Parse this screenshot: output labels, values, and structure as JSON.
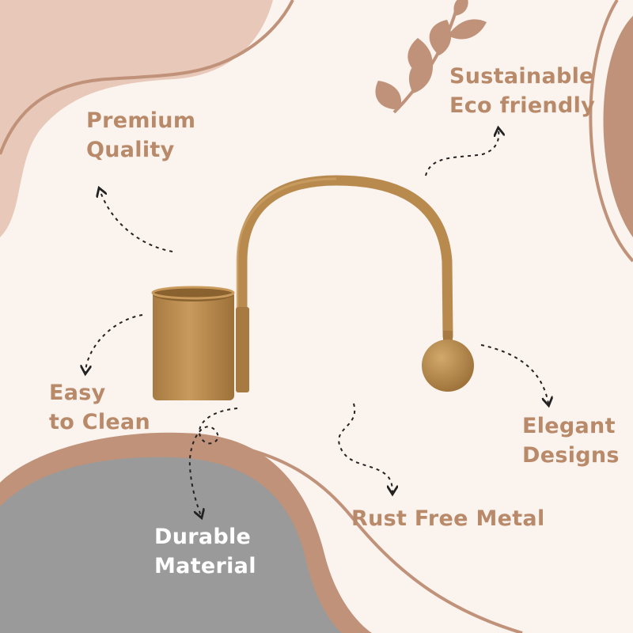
{
  "colors": {
    "background": "#fbf3ee",
    "accent": "#b98a6a",
    "blush": "#e8c9b9",
    "copper_blob": "#c0927a",
    "gray_blob": "#9a9a9a",
    "product_gold": "#b98a4e",
    "label_light": "#ffffff"
  },
  "features": {
    "premium": {
      "line1": "Premium",
      "line2": "Quality"
    },
    "sustainable": {
      "line1": "Sustainable",
      "line2": "Eco friendly"
    },
    "easy_clean": {
      "line1": "Easy",
      "line2": "to Clean"
    },
    "elegant": {
      "line1": "Elegant",
      "line2": "Designs"
    },
    "rust_free": {
      "line1": "Rust Free Metal"
    },
    "durable": {
      "line1": "Durable",
      "line2": "Material"
    }
  },
  "product": {
    "name": "candle snuffer",
    "finish": "gold metal"
  },
  "icons": [
    "leaf-branch-icon",
    "dashed-arrow-icon"
  ]
}
